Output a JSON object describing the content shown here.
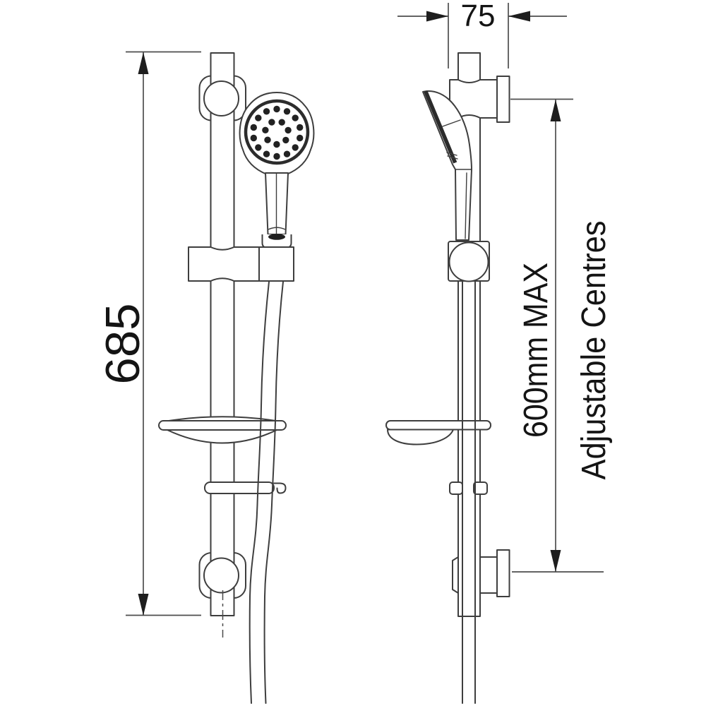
{
  "drawing": {
    "dimensions": {
      "rail_length": "685",
      "bracket_width": "75",
      "centres_line1": "600mm MAX",
      "centres_line2": "Adjustable Centres"
    },
    "colors": {
      "background": "#ffffff",
      "part_line": "#3e3e3e",
      "dimension_line": "#4d4d4d",
      "text": "#141414"
    }
  }
}
